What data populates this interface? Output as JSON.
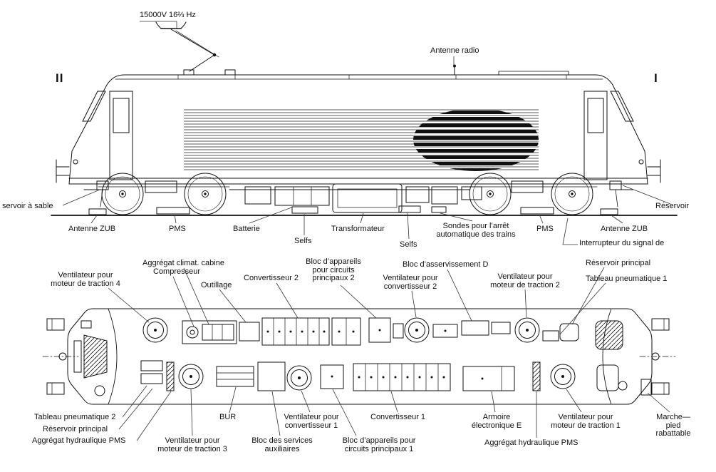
{
  "side_view": {
    "labels": {
      "voltage": "15000V  16⅔ Hz",
      "end_marker_left": "II",
      "end_marker_right": "I",
      "antenne_radio": "Antenne radio",
      "reservoir_sable": "servoir à sable",
      "reservoir": "Réservoir",
      "antenne_zub_left": "Antenne ZUB",
      "pms_left": "PMS",
      "batterie": "Batterie",
      "selfs_left": "Selfs",
      "transformateur": "Transformateur",
      "selfs_right": "Selfs",
      "sondes_arret": "Sondes pour l’arrêt\nautomatique des trains",
      "pms_right": "PMS",
      "antenne_zub_right": "Antenne ZUB",
      "interrupteur_signal": "Interrupteur du signal de"
    }
  },
  "plan_view": {
    "labels": {
      "ventilateur_traction_4": "Ventilateur pour\nmoteur de traction 4",
      "aggregat_climat_cabine": "Aggrégat climat. cabine",
      "compresseur": "Compresseur",
      "outillage": "Outillage",
      "convertisseur_2": "Convertisseur 2",
      "bloc_appareils_2": "Bloc d’appareils\npour circuits\nprincipaux 2",
      "bloc_asservissement_d": "Bloc d’asservissement D",
      "ventilateur_convertisseur_2": "Ventilateur pour\nconvertisseur 2",
      "ventilateur_traction_2": "Ventilateur pour\nmoteur de traction 2",
      "reservoir_principal_1": "Réservoir principal",
      "tableau_pneumatique_1": "Tableau pneumatique 1",
      "tableau_pneumatique_2": "Tableau pneumatique 2",
      "reservoir_principal_2": "Réservoir principal",
      "aggregat_hydraulique_pms_left": "Aggrégat hydraulique PMS",
      "bur": "BUR",
      "ventilateur_traction_3": "Ventilateur pour\nmoteur de traction 3",
      "bloc_services_auxiliaires": "Bloc des services\nauxiliaires",
      "ventilateur_convertisseur_1": "Ventilateur pour\nconvertisseur 1",
      "convertisseur_1": "Convertisseur 1",
      "bloc_appareils_1": "Bloc d’appareils pour\ncircuits principaux 1",
      "armoire_electronique": "Armoire\nélectronique E",
      "aggregat_hydraulique_pms_right": "Aggrégat hydraulique PMS",
      "ventilateur_traction_1": "Ventilateur pour\nmoteur de traction 1",
      "marche_pied": "Marche—pied\nrabattable"
    }
  }
}
